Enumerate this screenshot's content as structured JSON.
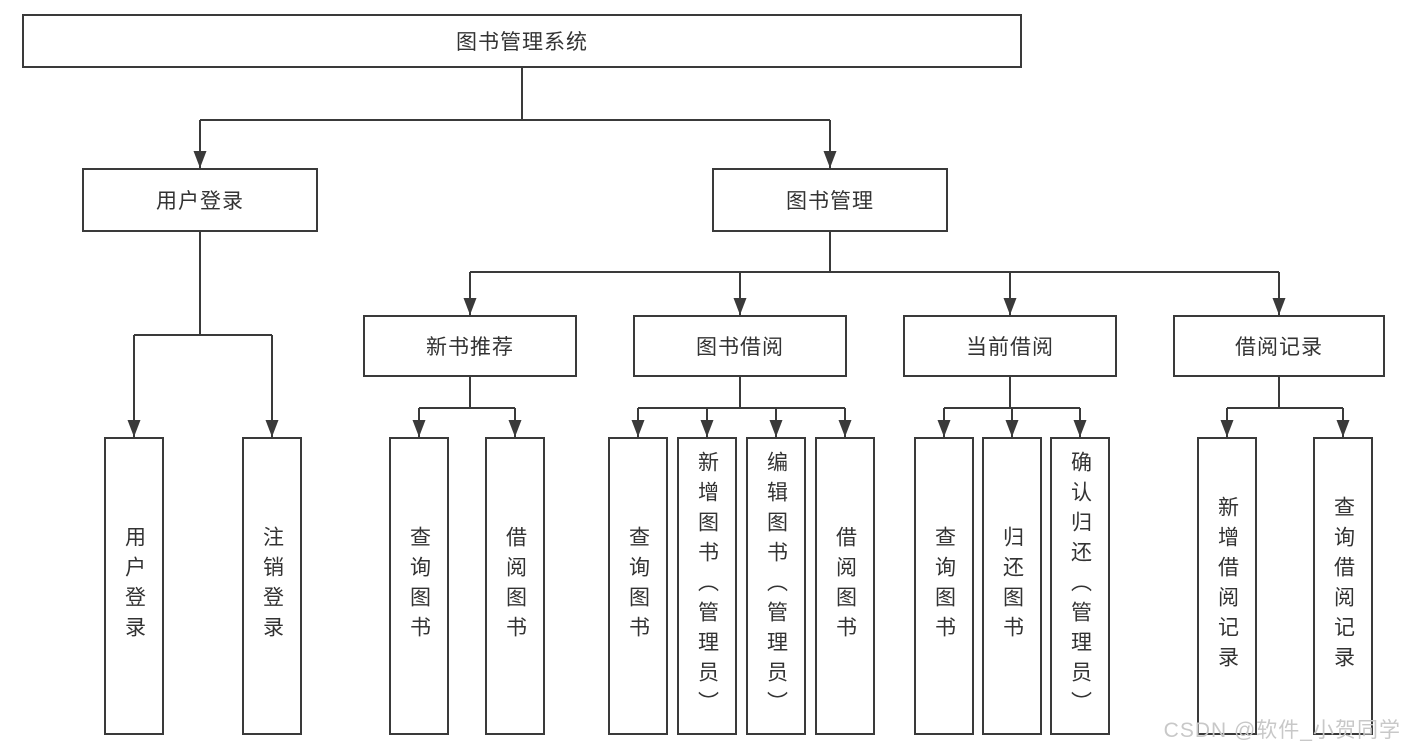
{
  "diagram": {
    "type": "hierarchy-tree",
    "root": "图书管理系统",
    "level1": [
      "用户登录",
      "图书管理"
    ],
    "level2": [
      "新书推荐",
      "图书借阅",
      "当前借阅",
      "借阅记录"
    ],
    "leaves": [
      [
        "用户登录",
        "注销登录"
      ],
      [
        "查询图书",
        "借阅图书"
      ],
      [
        "查询图书",
        "新增图书（管理员）",
        "编辑图书（管理员）",
        "借阅图书"
      ],
      [
        "查询图书",
        "归还图书",
        "确认归还（管理员）"
      ],
      [
        "新增借阅记录",
        "查询借阅记录"
      ]
    ],
    "edges": [
      {
        "from": "图书管理系统",
        "to": [
          "用户登录",
          "图书管理"
        ]
      },
      {
        "from": "用户登录",
        "to": [
          "用户登录",
          "注销登录"
        ]
      },
      {
        "from": "图书管理",
        "to": [
          "新书推荐",
          "图书借阅",
          "当前借阅",
          "借阅记录"
        ]
      },
      {
        "from": "新书推荐",
        "to": [
          "查询图书",
          "借阅图书"
        ]
      },
      {
        "from": "图书借阅",
        "to": [
          "查询图书",
          "新增图书（管理员）",
          "编辑图书（管理员）",
          "借阅图书"
        ]
      },
      {
        "from": "当前借阅",
        "to": [
          "查询图书",
          "归还图书",
          "确认归还（管理员）"
        ]
      },
      {
        "from": "借阅记录",
        "to": [
          "新增借阅记录",
          "查询借阅记录"
        ]
      }
    ]
  },
  "watermark": "CSDN @软件_小贺同学",
  "colors": {
    "line": "#3a3a3a",
    "box_border": "#3a3a3a",
    "box_fill": "#ffffff",
    "text": "#333333",
    "watermark": "#c8c8c8",
    "background": "#ffffff"
  }
}
